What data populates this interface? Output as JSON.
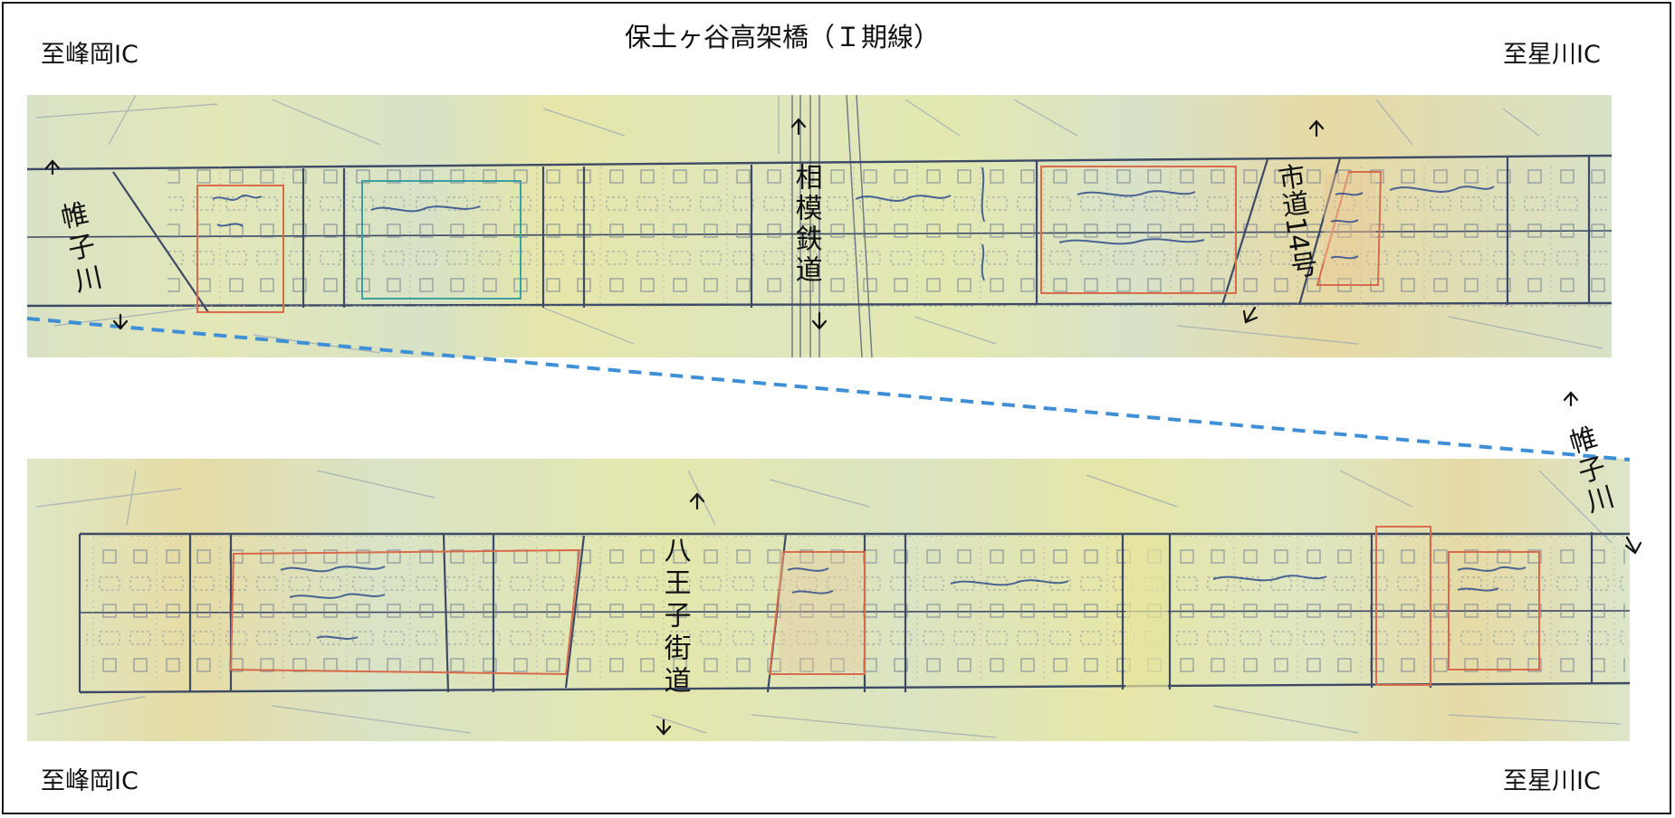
{
  "title": "保土ヶ谷高架橋（Ｉ期線）",
  "direction_labels": {
    "top_left": "至峰岡IC",
    "top_right": "至星川IC",
    "bottom_left": "至峰岡IC",
    "bottom_right": "至星川IC"
  },
  "crossings": {
    "katabira_river_upper": "帷子川",
    "sagami_railway": "相模鉄道",
    "city_road_14": "市道14号",
    "katabira_river_lower": "帷子川",
    "hachioji_road": "八王子街道"
  },
  "colors": {
    "background": "#ffffff",
    "map_paper": "#dfe6c2",
    "map_ink": "#5e6878",
    "outline_red": "#d96a4a",
    "connector_blue": "#3f8fd6",
    "arrow_black": "#111111"
  }
}
